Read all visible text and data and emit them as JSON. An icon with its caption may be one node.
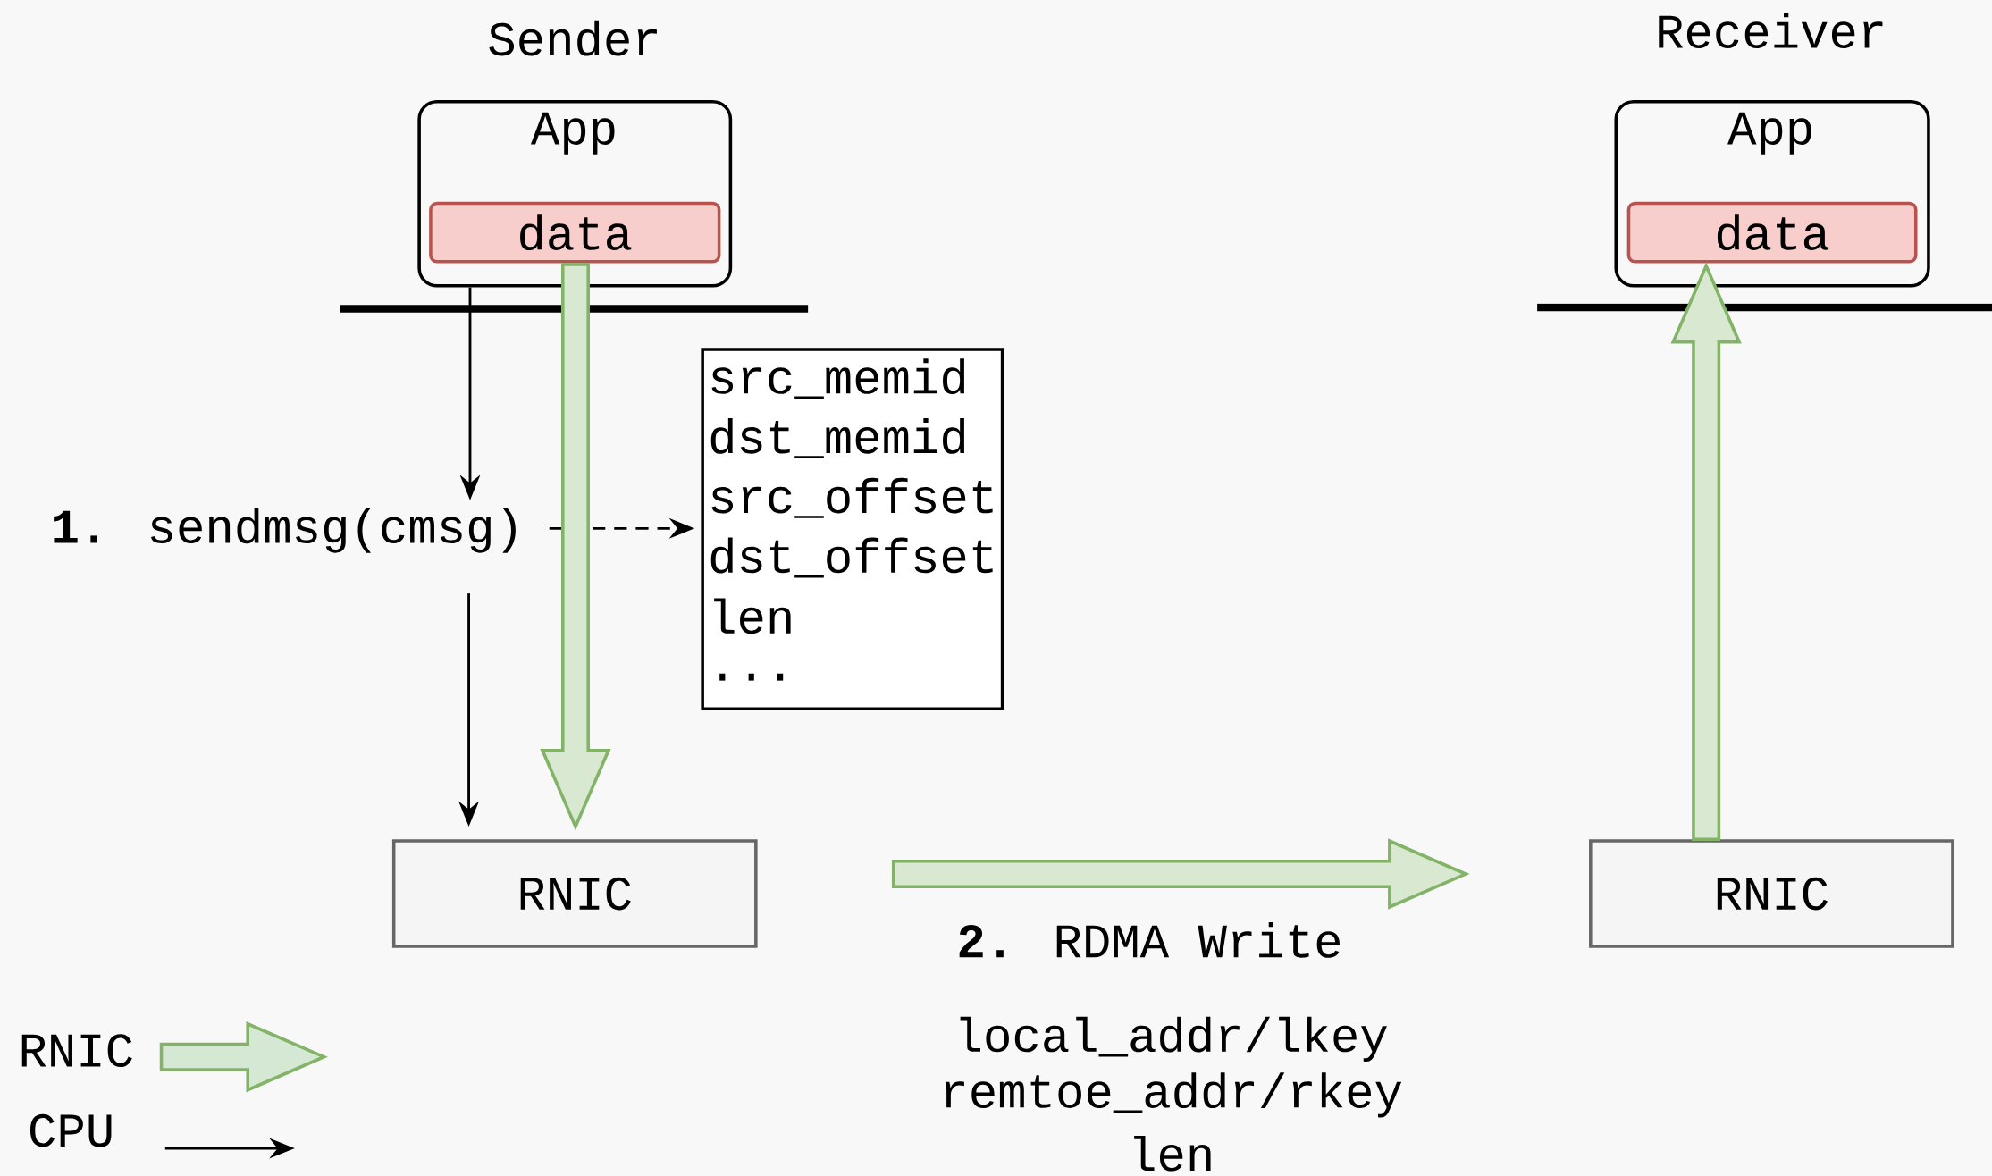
{
  "diagram": {
    "nodes": [
      {
        "text": [
          "Sender",
          "App"
        ]
      },
      {
        "text": [
          "data"
        ],
        "in": 0
      },
      {
        "text": [
          "Receiver",
          "App"
        ]
      },
      {
        "text": [
          "data"
        ],
        "in": 2
      },
      {
        "text": [
          "**1.** sendmsg(cmsg)"
        ]
      },
      {
        "text": [
          "src_memid",
          "dst_memid",
          "src_offset",
          "dst_offset",
          "len",
          "..."
        ]
      },
      {
        "text": [
          "RNIC"
        ]
      },
      {
        "text": [
          "RNIC"
        ]
      }
    ],
    "edges": [
      {
        "from": 0,
        "to": 4,
        "arrow": "to"
      },
      {
        "from": 4,
        "to": 5,
        "arrow": "to",
        "style": "dashed"
      },
      {
        "from": 4,
        "to": 6,
        "arrow": "to"
      },
      {
        "from": 1,
        "to": 6,
        "arrow": "to",
        "style": "thick",
        "color": "#82b366"
      },
      {
        "from": 6,
        "to": 7,
        "arrow": "to",
        "style": "thick",
        "color": "#82b366",
        "label": "**2.** RDMA Write"
      },
      {
        "from": 7,
        "to": 3,
        "arrow": "to",
        "style": "thick",
        "color": "#82b366"
      }
    ],
    "labels": [
      "local_addr/lkey",
      "remtoe_addr/rkey",
      "len"
    ],
    "legend": [
      {
        "text": "RNIC"
      },
      {
        "text": "CPU"
      }
    ]
  }
}
